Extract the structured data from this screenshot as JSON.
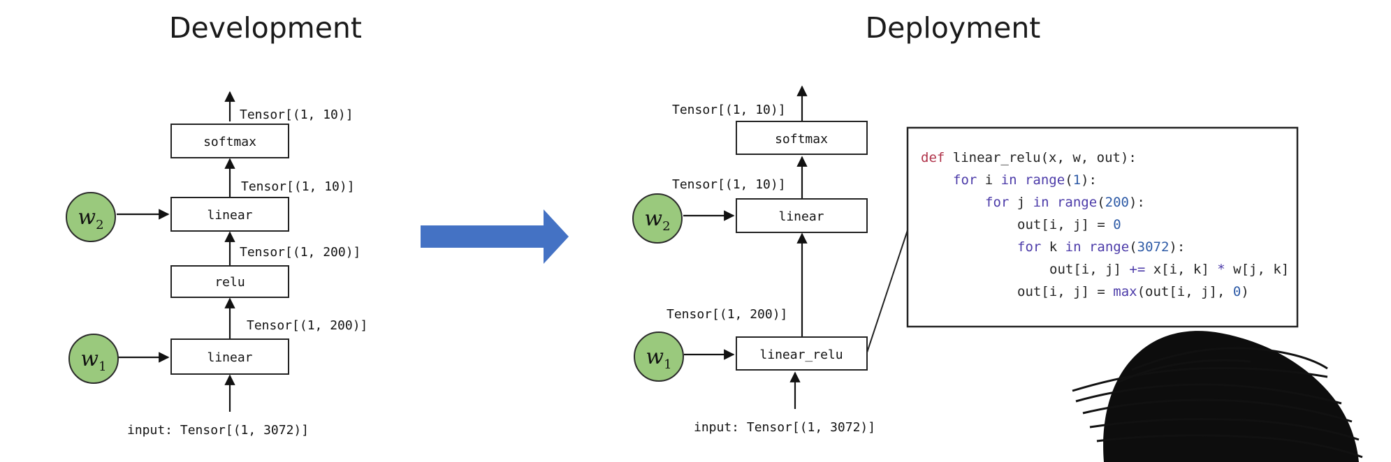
{
  "titles": {
    "development": "Development",
    "deployment": "Deployment"
  },
  "development": {
    "nodes": {
      "softmax": "softmax",
      "linear_top": "linear",
      "relu": "relu",
      "linear_bottom": "linear"
    },
    "weights": {
      "w2": {
        "base": "w",
        "sub": "2"
      },
      "w1": {
        "base": "w",
        "sub": "1"
      }
    },
    "edge_labels": {
      "out": "Tensor[(1, 10)]",
      "softmax_in": "Tensor[(1, 10)]",
      "linear2_in": "Tensor[(1, 200)]",
      "relu_in": "Tensor[(1, 200)]",
      "input": "input: Tensor[(1, 3072)]"
    }
  },
  "deployment": {
    "nodes": {
      "softmax": "softmax",
      "linear": "linear",
      "linear_relu": "linear_relu"
    },
    "weights": {
      "w2": {
        "base": "w",
        "sub": "2"
      },
      "w1": {
        "base": "w",
        "sub": "1"
      }
    },
    "edge_labels": {
      "out": "Tensor[(1, 10)]",
      "softmax_in": "Tensor[(1, 10)]",
      "linear_in": "Tensor[(1, 200)]",
      "input": "input: Tensor[(1, 3072)]"
    }
  },
  "code": {
    "line1": {
      "kw": "def",
      "rest": " linear_relu(x, w, out):"
    },
    "line2": {
      "kw": "for",
      "mid": " i ",
      "kw2": "in",
      "fn": " range",
      "open": "(",
      "num": "1",
      "close": "):"
    },
    "line3": {
      "kw": "for",
      "mid": " j ",
      "kw2": "in",
      "fn": " range",
      "open": "(",
      "num": "200",
      "close": "):"
    },
    "line4": {
      "pre": "out[i, j] = ",
      "num": "0"
    },
    "line5": {
      "kw": "for",
      "mid": " k ",
      "kw2": "in",
      "fn": " range",
      "open": "(",
      "num": "3072",
      "close": "):"
    },
    "line6": {
      "pre": "out[i, j] ",
      "op": "+=",
      "mid": " x[i, k] ",
      "op2": "*",
      "post": " w[j, k]"
    },
    "line7": {
      "pre": "out[i, j] = ",
      "fn": "max",
      "mid": "(out[i, j], ",
      "num": "0",
      "close": ")"
    }
  },
  "colors": {
    "arrow": "#4472c4",
    "weight_node": "#9ac97d"
  }
}
